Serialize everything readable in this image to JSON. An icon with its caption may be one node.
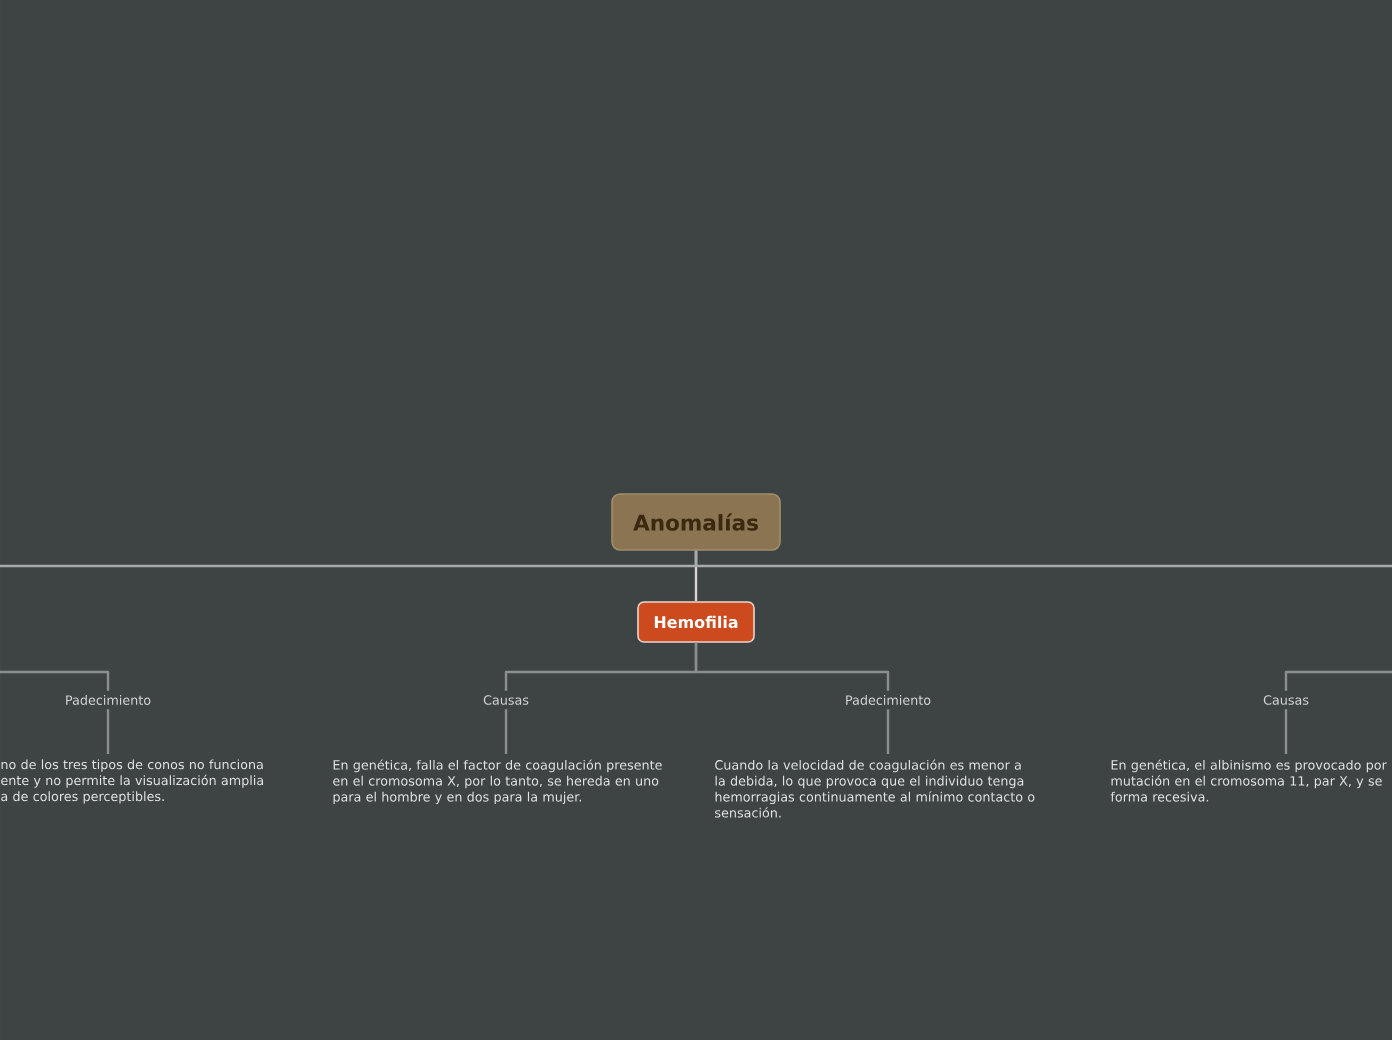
{
  "diagram": {
    "nodes": [
      {
        "text": [
          "Anomalías"
        ]
      },
      {
        "text": [
          "Hemofilia"
        ]
      },
      {
        "text": [
          "Padecimiento"
        ]
      },
      {
        "text": [
          "no de los tres tipos de conos no funciona ente y no permite la visualización amplia a de colores perceptibles."
        ]
      },
      {
        "text": [
          "Causas"
        ]
      },
      {
        "text": [
          "En genética, falla el factor de coagulación presente en el cromosoma X, por lo tanto, se hereda en uno para el hombre y en dos para la mujer."
        ]
      },
      {
        "text": [
          "Padecimiento"
        ]
      },
      {
        "text": [
          "Cuando la velocidad de coagulación es menor a la debida, lo que provoca que el individuo tenga hemorragias continuamente al mínimo contacto o sensación."
        ]
      },
      {
        "text": [
          "Causas"
        ]
      },
      {
        "text": [
          "En genética, el albinismo es provocado por mutación en el cromosoma 11, par X, y se forma recesiva."
        ]
      }
    ],
    "edges": [
      {
        "from": 0,
        "to": 1,
        "arrow": "none",
        "color": "#d4d4d4"
      },
      {
        "from": 0,
        "to": null,
        "arrow": "none",
        "color": "#a9abab"
      },
      {
        "from": 0,
        "to": null,
        "arrow": "none",
        "color": "#a9abab"
      },
      {
        "from": null,
        "to": 2,
        "arrow": "none"
      },
      {
        "from": 2,
        "to": 3,
        "arrow": "none"
      },
      {
        "from": 1,
        "to": 4,
        "arrow": "none"
      },
      {
        "from": 4,
        "to": 5,
        "arrow": "none"
      },
      {
        "from": 1,
        "to": 6,
        "arrow": "none"
      },
      {
        "from": 6,
        "to": 7,
        "arrow": "none"
      },
      {
        "from": null,
        "to": 8,
        "arrow": "none"
      },
      {
        "from": 8,
        "to": 9,
        "arrow": "none"
      }
    ]
  }
}
